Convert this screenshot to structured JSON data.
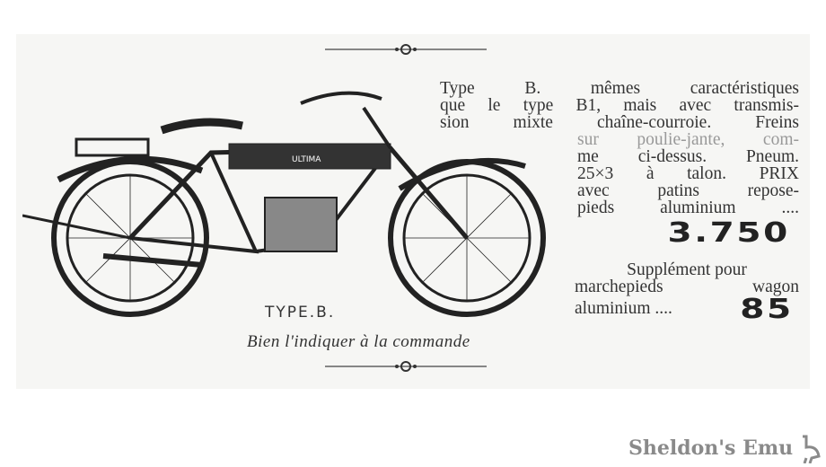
{
  "description_lines": [
    "Type B. mêmes caractéristiques",
    "que le type B1, mais avec transmis-",
    "sion mixte chaîne-courroie. Freins",
    "sur poulie-jante, com-",
    "me ci-dessus. Pneum.",
    "25×3 à talon. PRIX",
    "avec patins repose-",
    "pieds aluminium ...."
  ],
  "price": "3.750",
  "supplement_lines": [
    "Supplément pour",
    "marchepieds wagon",
    "aluminium ...."
  ],
  "supplement_price": "85",
  "caption": "TYPE.B.",
  "note": "Bien l'indiquer à la commande",
  "motorcycle_logo": "ULTIMA",
  "watermark": "Sheldon's Emu"
}
